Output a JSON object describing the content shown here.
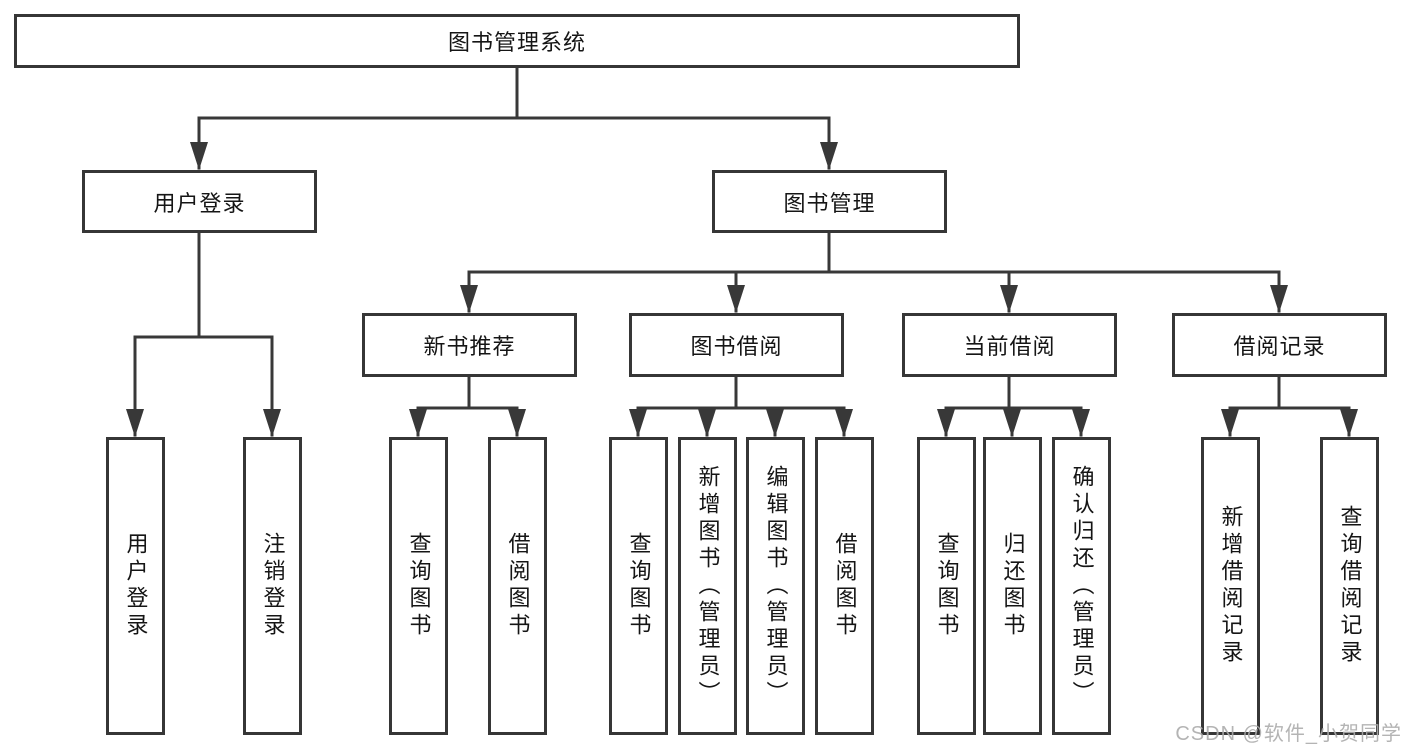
{
  "diagram": {
    "title": "图书管理系统",
    "watermark": "CSDN @软件_小贺同学",
    "colors": {
      "background": "#ffffff",
      "border": "#363636",
      "line": "#383838",
      "text": "#151515",
      "watermark": "#acacac"
    },
    "nodes": {
      "root": {
        "label": "图书管理系统"
      },
      "user_login": {
        "label": "用户登录"
      },
      "book_mgmt": {
        "label": "图书管理"
      },
      "new_book_rec": {
        "label": "新书推荐"
      },
      "book_borrow": {
        "label": "图书借阅"
      },
      "current_borrow": {
        "label": "当前借阅"
      },
      "borrow_record": {
        "label": "借阅记录"
      },
      "login": {
        "label": "用户登录"
      },
      "logout": {
        "label": "注销登录"
      },
      "rec_query_book": {
        "label": "查询图书"
      },
      "rec_borrow_book": {
        "label": "借阅图书"
      },
      "bb_query_book": {
        "label": "查询图书"
      },
      "bb_add_book": {
        "label": "新增图书（管理员）"
      },
      "bb_edit_book": {
        "label": "编辑图书（管理员）"
      },
      "bb_borrow_book": {
        "label": "借阅图书"
      },
      "cb_query_book": {
        "label": "查询图书"
      },
      "cb_return_book": {
        "label": "归还图书"
      },
      "cb_confirm_return": {
        "label": "确认归还（管理员）"
      },
      "br_add_record": {
        "label": "新增借阅记录"
      },
      "br_query_record": {
        "label": "查询借阅记录"
      }
    },
    "hierarchy": {
      "图书管理系统": [
        "用户登录",
        "图书管理"
      ],
      "用户登录": [
        "用户登录",
        "注销登录"
      ],
      "图书管理": [
        "新书推荐",
        "图书借阅",
        "当前借阅",
        "借阅记录"
      ],
      "新书推荐": [
        "查询图书",
        "借阅图书"
      ],
      "图书借阅": [
        "查询图书",
        "新增图书（管理员）",
        "编辑图书（管理员）",
        "借阅图书"
      ],
      "当前借阅": [
        "查询图书",
        "归还图书",
        "确认归还（管理员）"
      ],
      "借阅记录": [
        "新增借阅记录",
        "查询借阅记录"
      ]
    }
  }
}
